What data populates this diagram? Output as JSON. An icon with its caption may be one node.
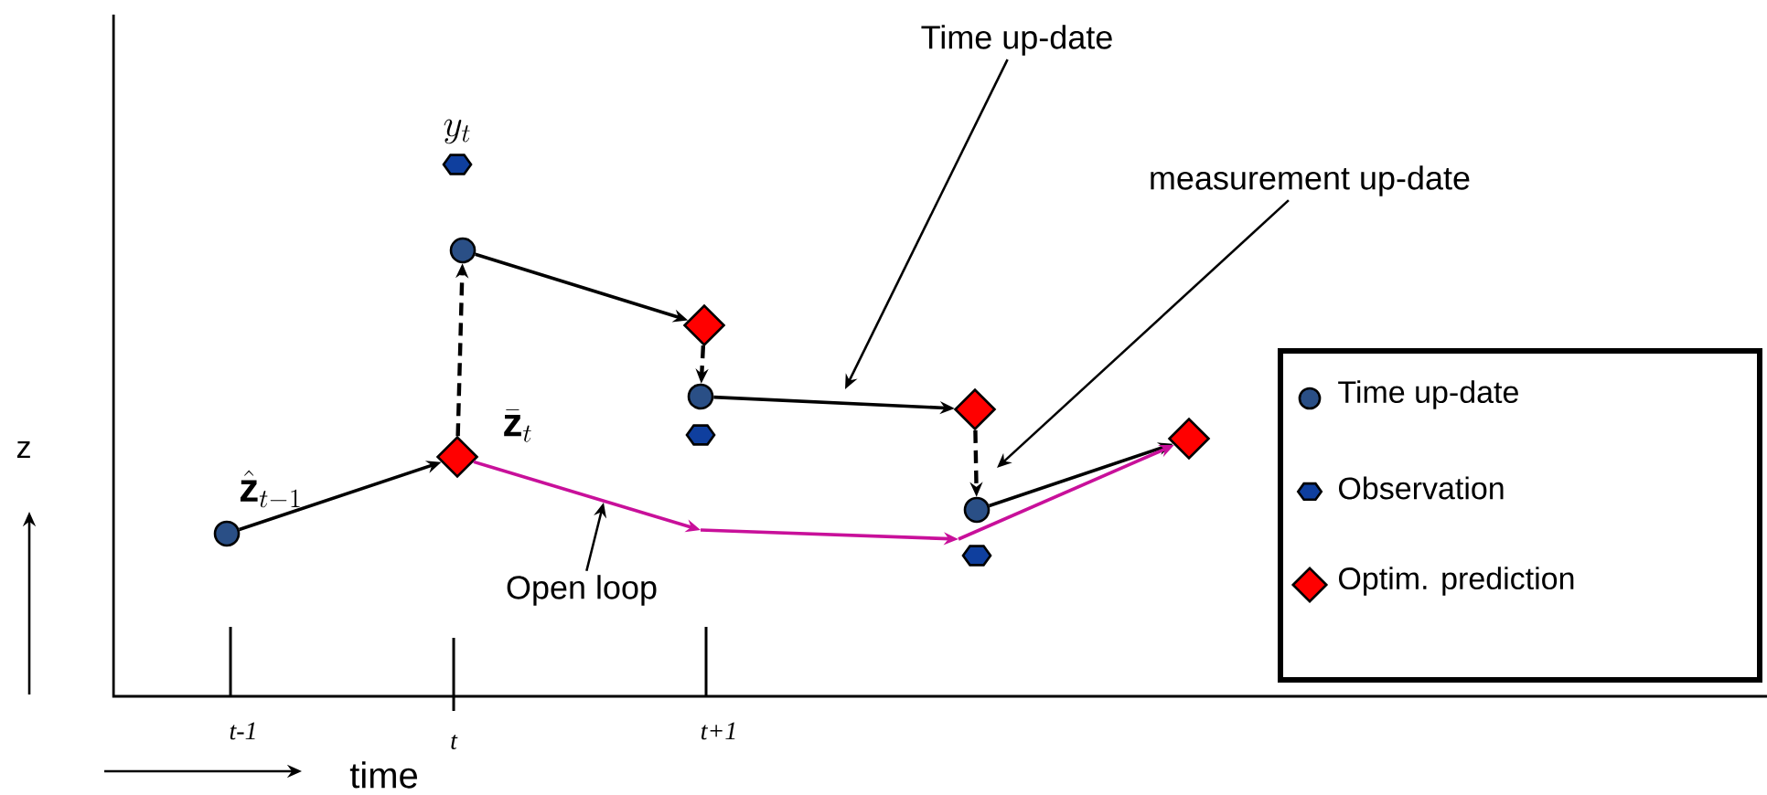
{
  "diagram": {
    "nodes": [
      {
        "text": [
          "Time up-date"
        ]
      },
      {
        "text": [],
        "shape": "hexagon",
        "beside": [
          "y_t"
        ]
      },
      {
        "text": [
          "measurement up-date"
        ]
      },
      {
        "text": [],
        "shape": "circle"
      },
      {
        "text": [],
        "shape": "diamond"
      },
      {
        "text": [],
        "shape": "circle"
      },
      {
        "text": [],
        "shape": "diamond"
      },
      {
        "text": [],
        "shape": "hexagon"
      },
      {
        "text": [],
        "shape": "diamond"
      },
      {
        "text": [],
        "shape": "diamond",
        "beside": [
          "\\bar{\\mathbf{z}}_t"
        ]
      },
      {
        "text": [],
        "shape": "circle"
      },
      {
        "text": [],
        "shape": "circle",
        "beside": [
          "\\hat{\\mathbf{z}}_{t-1}"
        ]
      },
      {
        "text": [],
        "shape": "hexagon"
      },
      {
        "text": [
          "Open loop"
        ]
      }
    ],
    "edges": [
      {
        "from": 11,
        "to": 9,
        "arrow": "to"
      },
      {
        "from": 9,
        "to": 3,
        "arrow": "to",
        "style": "dashed"
      },
      {
        "from": 3,
        "to": 4,
        "arrow": "to"
      },
      {
        "from": 4,
        "to": 5,
        "arrow": "to",
        "style": "dashed"
      },
      {
        "from": 5,
        "to": 6,
        "arrow": "to"
      },
      {
        "from": 6,
        "to": 10,
        "arrow": "to",
        "style": "dashed"
      },
      {
        "from": 10,
        "to": 8,
        "arrow": "to"
      },
      {
        "from": 9,
        "to": 8,
        "arrow": "to",
        "color": "#c8109a"
      },
      {
        "from": 0,
        "to": null,
        "arrow": "to"
      },
      {
        "from": 2,
        "to": null,
        "arrow": "to"
      },
      {
        "from": 13,
        "to": null,
        "arrow": "to"
      }
    ],
    "labels": [
      "z",
      "t-1",
      "t",
      "t+1",
      "time"
    ],
    "legend": [
      {
        "text": "Time up-date"
      },
      {
        "text": "Observation"
      },
      {
        "text": "Optim. prediction"
      }
    ]
  }
}
